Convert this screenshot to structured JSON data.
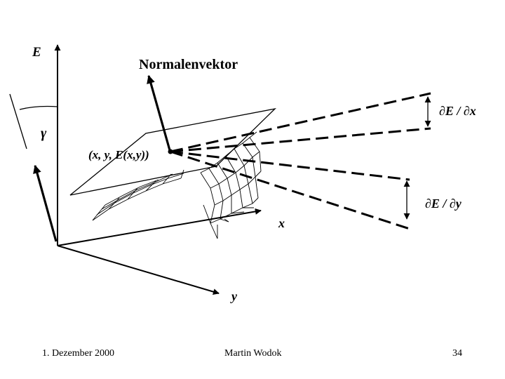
{
  "diagram": {
    "labels": {
      "e_axis": "E",
      "x_axis": "x",
      "y_axis": "y",
      "gamma": "γ",
      "normal_vector": "Normalenvektor",
      "point": "(x, y, E(x,y))",
      "dedx": "∂E / ∂x",
      "dedy": "∂E / ∂y"
    }
  },
  "footer": {
    "date": "1. Dezember 2000",
    "author": "Martin Wodok",
    "page": "34"
  }
}
